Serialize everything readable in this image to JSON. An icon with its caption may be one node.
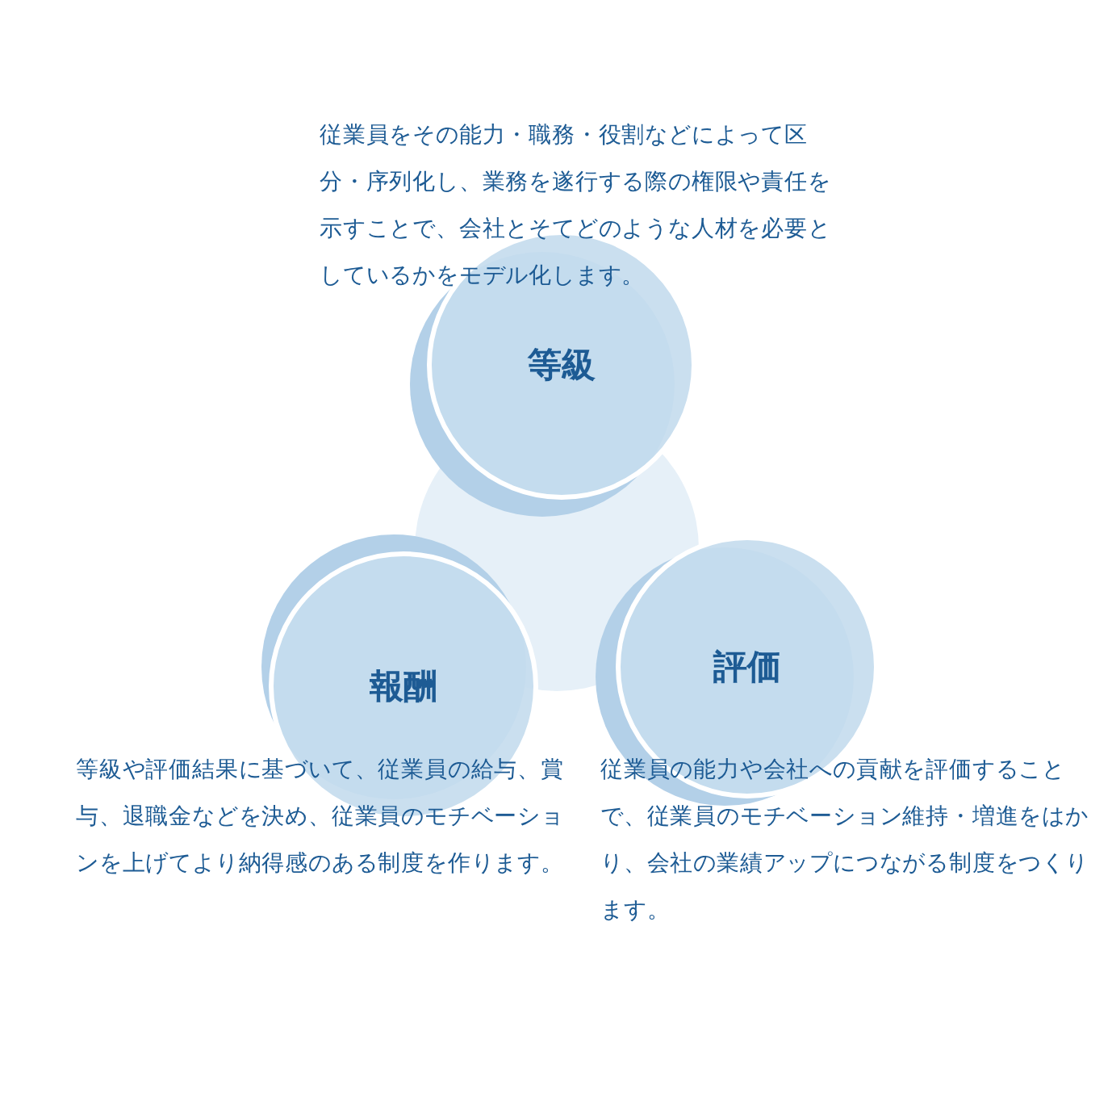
{
  "diagram": {
    "nodes": [
      {
        "text": [
          "等級"
        ],
        "beside": [
          "従業員をその能力・職務・役割などによって区分・序列化し、業務を遂行する際の権限や責任を示すことで、会社とそてどのような人材を必要としているかをモデル化します。"
        ]
      },
      {
        "text": [
          "報酬"
        ],
        "beside": [
          "等級や評価結果に基づいて、従業員の給与、賞与、退職金などを決め、従業員のモチベーションを上げてより納得感のある制度を作ります。"
        ]
      },
      {
        "text": [
          "評価"
        ],
        "beside": [
          "従業員の能力や会社への貢献を評価することで、従業員のモチベーション維持・増進をはかり、会社の業績アップにつながる制度をつくります。"
        ]
      }
    ]
  }
}
